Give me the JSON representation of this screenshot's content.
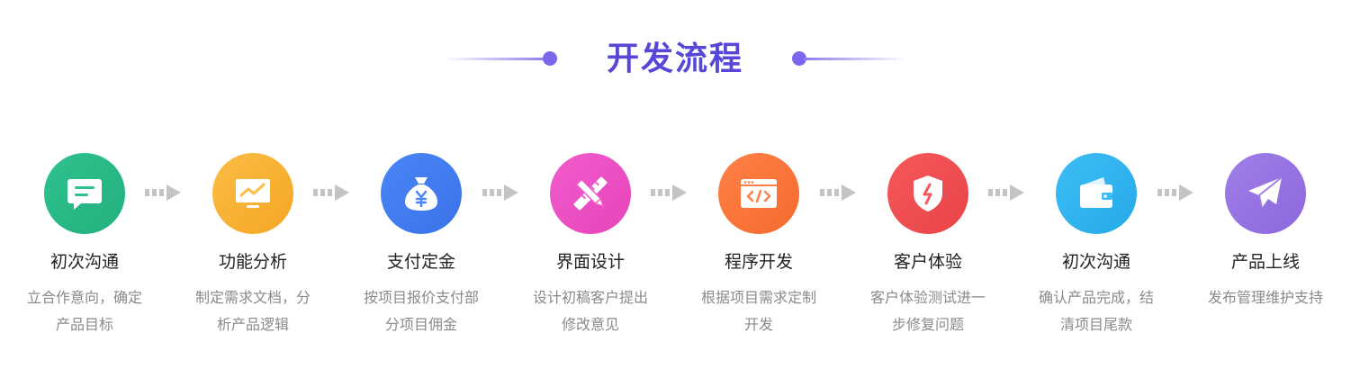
{
  "title": "开发流程",
  "colors": {
    "title": "#5746d8",
    "accent": "#7b66ee",
    "arrow": "#c4c4c4"
  },
  "steps": [
    {
      "name": "初次沟通",
      "desc": "立合作意向，确定产品目标",
      "icon": "chat-bubble-icon",
      "color": "#2fc28e",
      "color2": "#23b07e"
    },
    {
      "name": "功能分析",
      "desc": "制定需求文档，分析产品逻辑",
      "icon": "monitor-chart-icon",
      "color": "#fbbd45",
      "color2": "#f5a623"
    },
    {
      "name": "支付定金",
      "desc": "按项目报价支付部分项目佣金",
      "icon": "money-bag-icon",
      "color": "#4a86f7",
      "color2": "#3a72e8"
    },
    {
      "name": "界面设计",
      "desc": "设计初稿客户提出修改意见",
      "icon": "pencil-ruler-icon",
      "color": "#f25ccc",
      "color2": "#e544b9"
    },
    {
      "name": "程序开发",
      "desc": "根据项目需求定制开发",
      "icon": "code-window-icon",
      "color": "#ff8148",
      "color2": "#f56a2d"
    },
    {
      "name": "客户体验",
      "desc": "客户体验测试进一步修复问题",
      "icon": "shield-icon",
      "color": "#f6585b",
      "color2": "#e84448"
    },
    {
      "name": "初次沟通",
      "desc": "确认产品完成，结清项目尾款",
      "icon": "wallet-icon",
      "color": "#3dbdf4",
      "color2": "#25a9e8"
    },
    {
      "name": "产品上线",
      "desc": "发布管理维护支持",
      "icon": "paper-plane-icon",
      "color": "#a07fe8",
      "color2": "#8c67dc"
    }
  ]
}
